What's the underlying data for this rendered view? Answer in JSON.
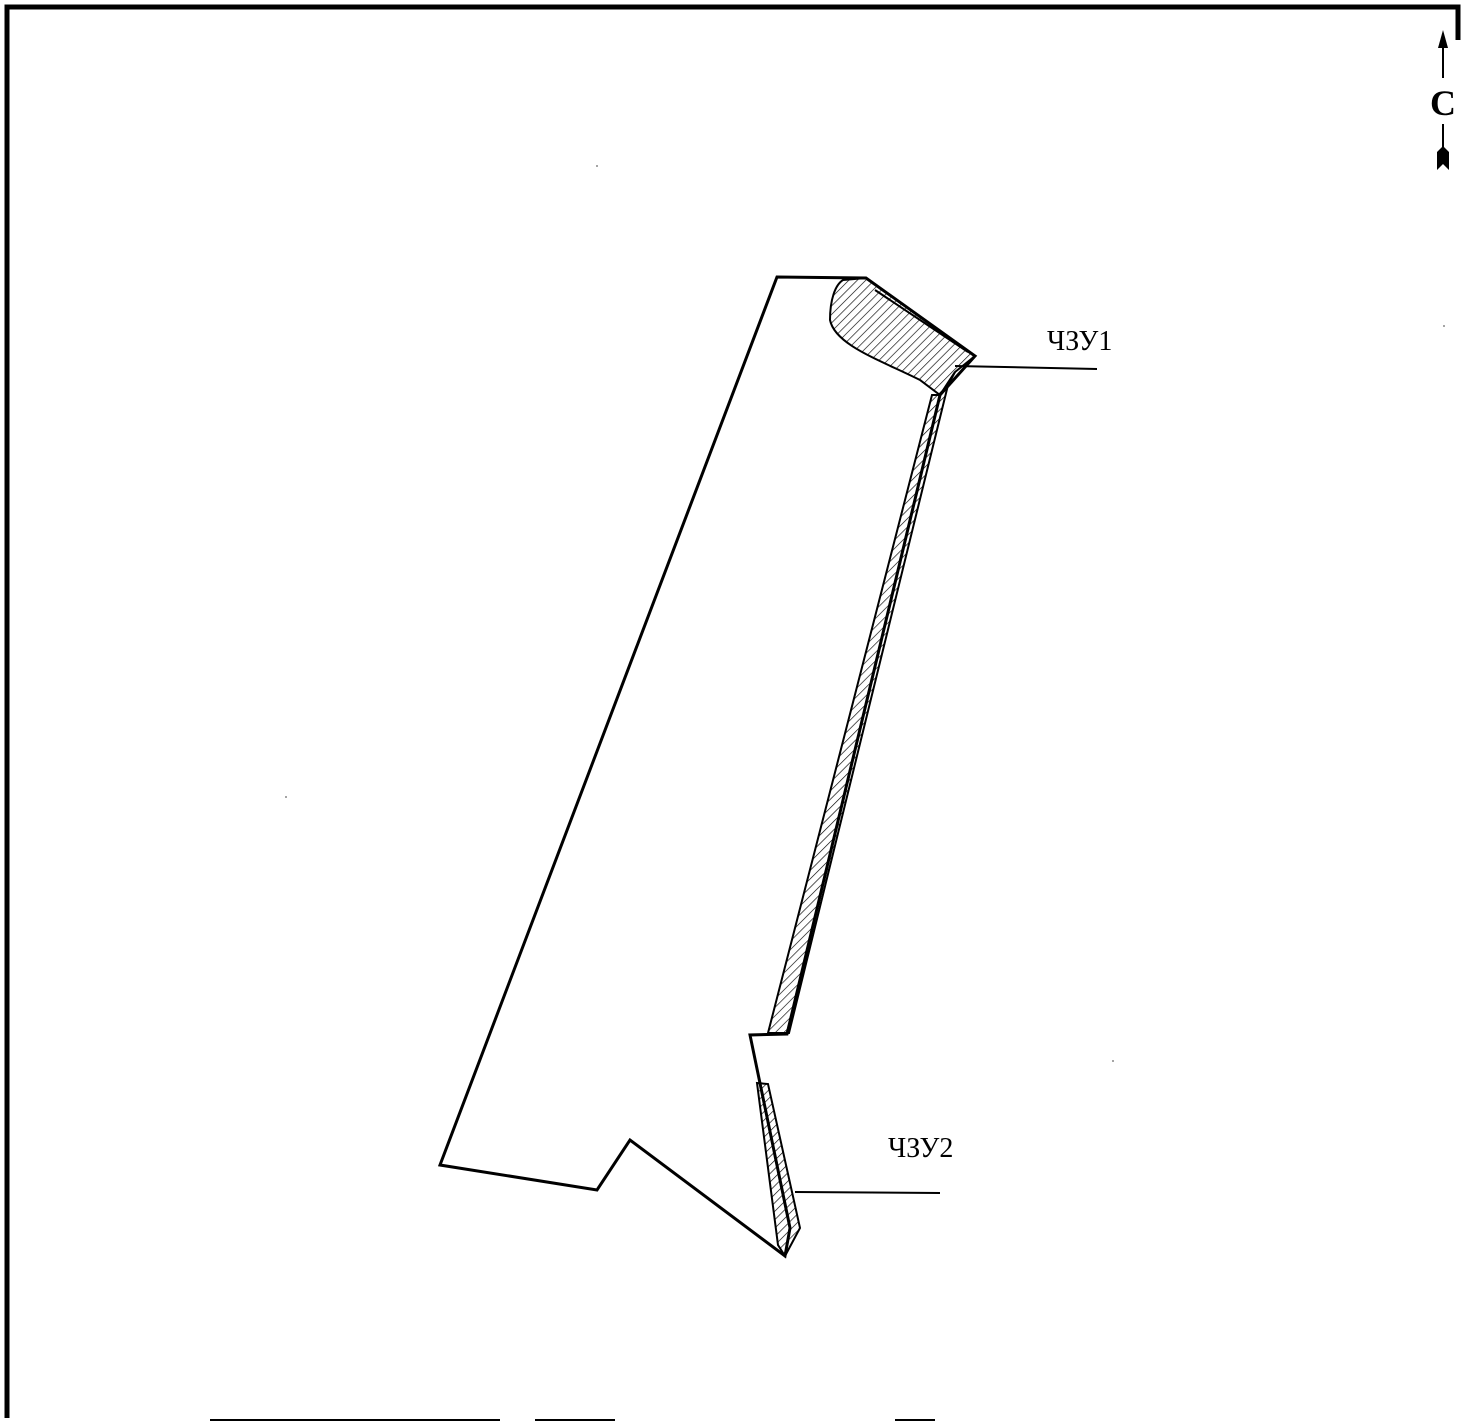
{
  "north_arrow": {
    "letter": "С"
  },
  "parts": [
    {
      "label": "ЧЗУ1"
    },
    {
      "label": "ЧЗУ2"
    }
  ],
  "colors": {
    "line": "#000000",
    "hatch": "#000000",
    "background": "#ffffff"
  }
}
